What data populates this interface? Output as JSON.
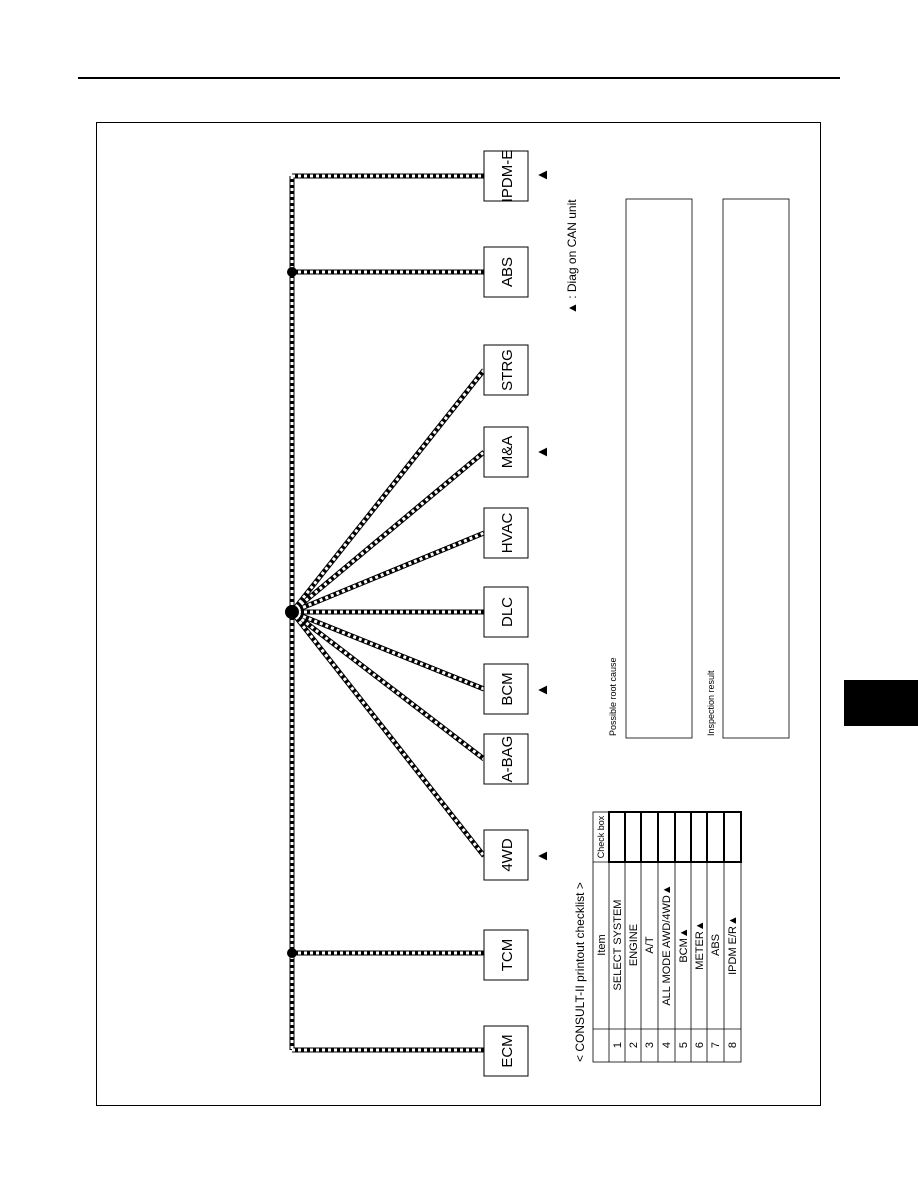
{
  "diagram": {
    "units": [
      "ECM",
      "TCM",
      "4WD",
      "A-BAG",
      "BCM",
      "DLC",
      "HVAC",
      "M&A",
      "STRG",
      "ABS",
      "IPDM-E"
    ],
    "legend": "▲ : Diag on CAN unit",
    "diag_marker": "▲",
    "root_cause_label": "Possible root cause",
    "inspection_label": "Inspection result"
  },
  "checklist": {
    "title": "< CONSULT-II printout checklist >",
    "header_item": "Item",
    "header_check": "Check box",
    "rows": [
      {
        "no": "1",
        "item": "SELECT SYSTEM"
      },
      {
        "no": "2",
        "item": "ENGINE"
      },
      {
        "no": "3",
        "item": "A/T"
      },
      {
        "no": "4",
        "item": "ALL MODE AWD/4WD▲"
      },
      {
        "no": "5",
        "item": "BCM▲"
      },
      {
        "no": "6",
        "item": "METER▲"
      },
      {
        "no": "7",
        "item": "ABS"
      },
      {
        "no": "8",
        "item": "IPDM E/R▲"
      }
    ]
  }
}
